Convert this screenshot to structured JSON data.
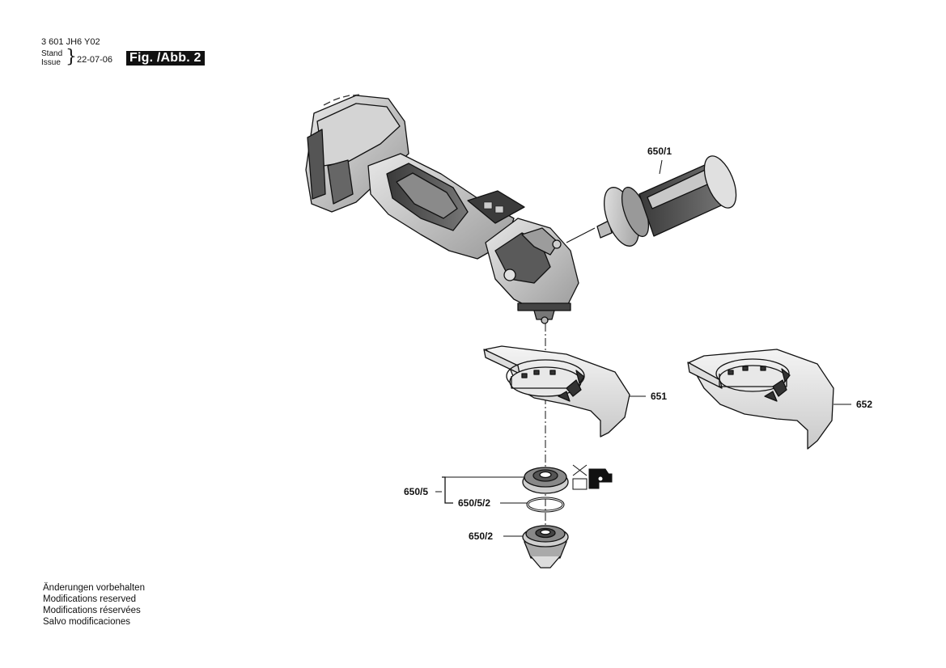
{
  "header": {
    "doc_number": "3 601 JH6 Y02",
    "stand_label": "Stand",
    "issue_label": "Issue",
    "brace": "}",
    "date": "22-07-06",
    "figure_label": "Fig. /Abb. 2"
  },
  "parts": {
    "p650_1": "650/1",
    "p651": "651",
    "p652": "652",
    "p650_5": "650/5",
    "p650_5_2": "650/5/2",
    "p650_2": "650/2"
  },
  "remarks": [
    "Änderungen vorbehalten",
    "Modifications reserved",
    "Modifications réservées",
    "Salvo modificaciones"
  ]
}
